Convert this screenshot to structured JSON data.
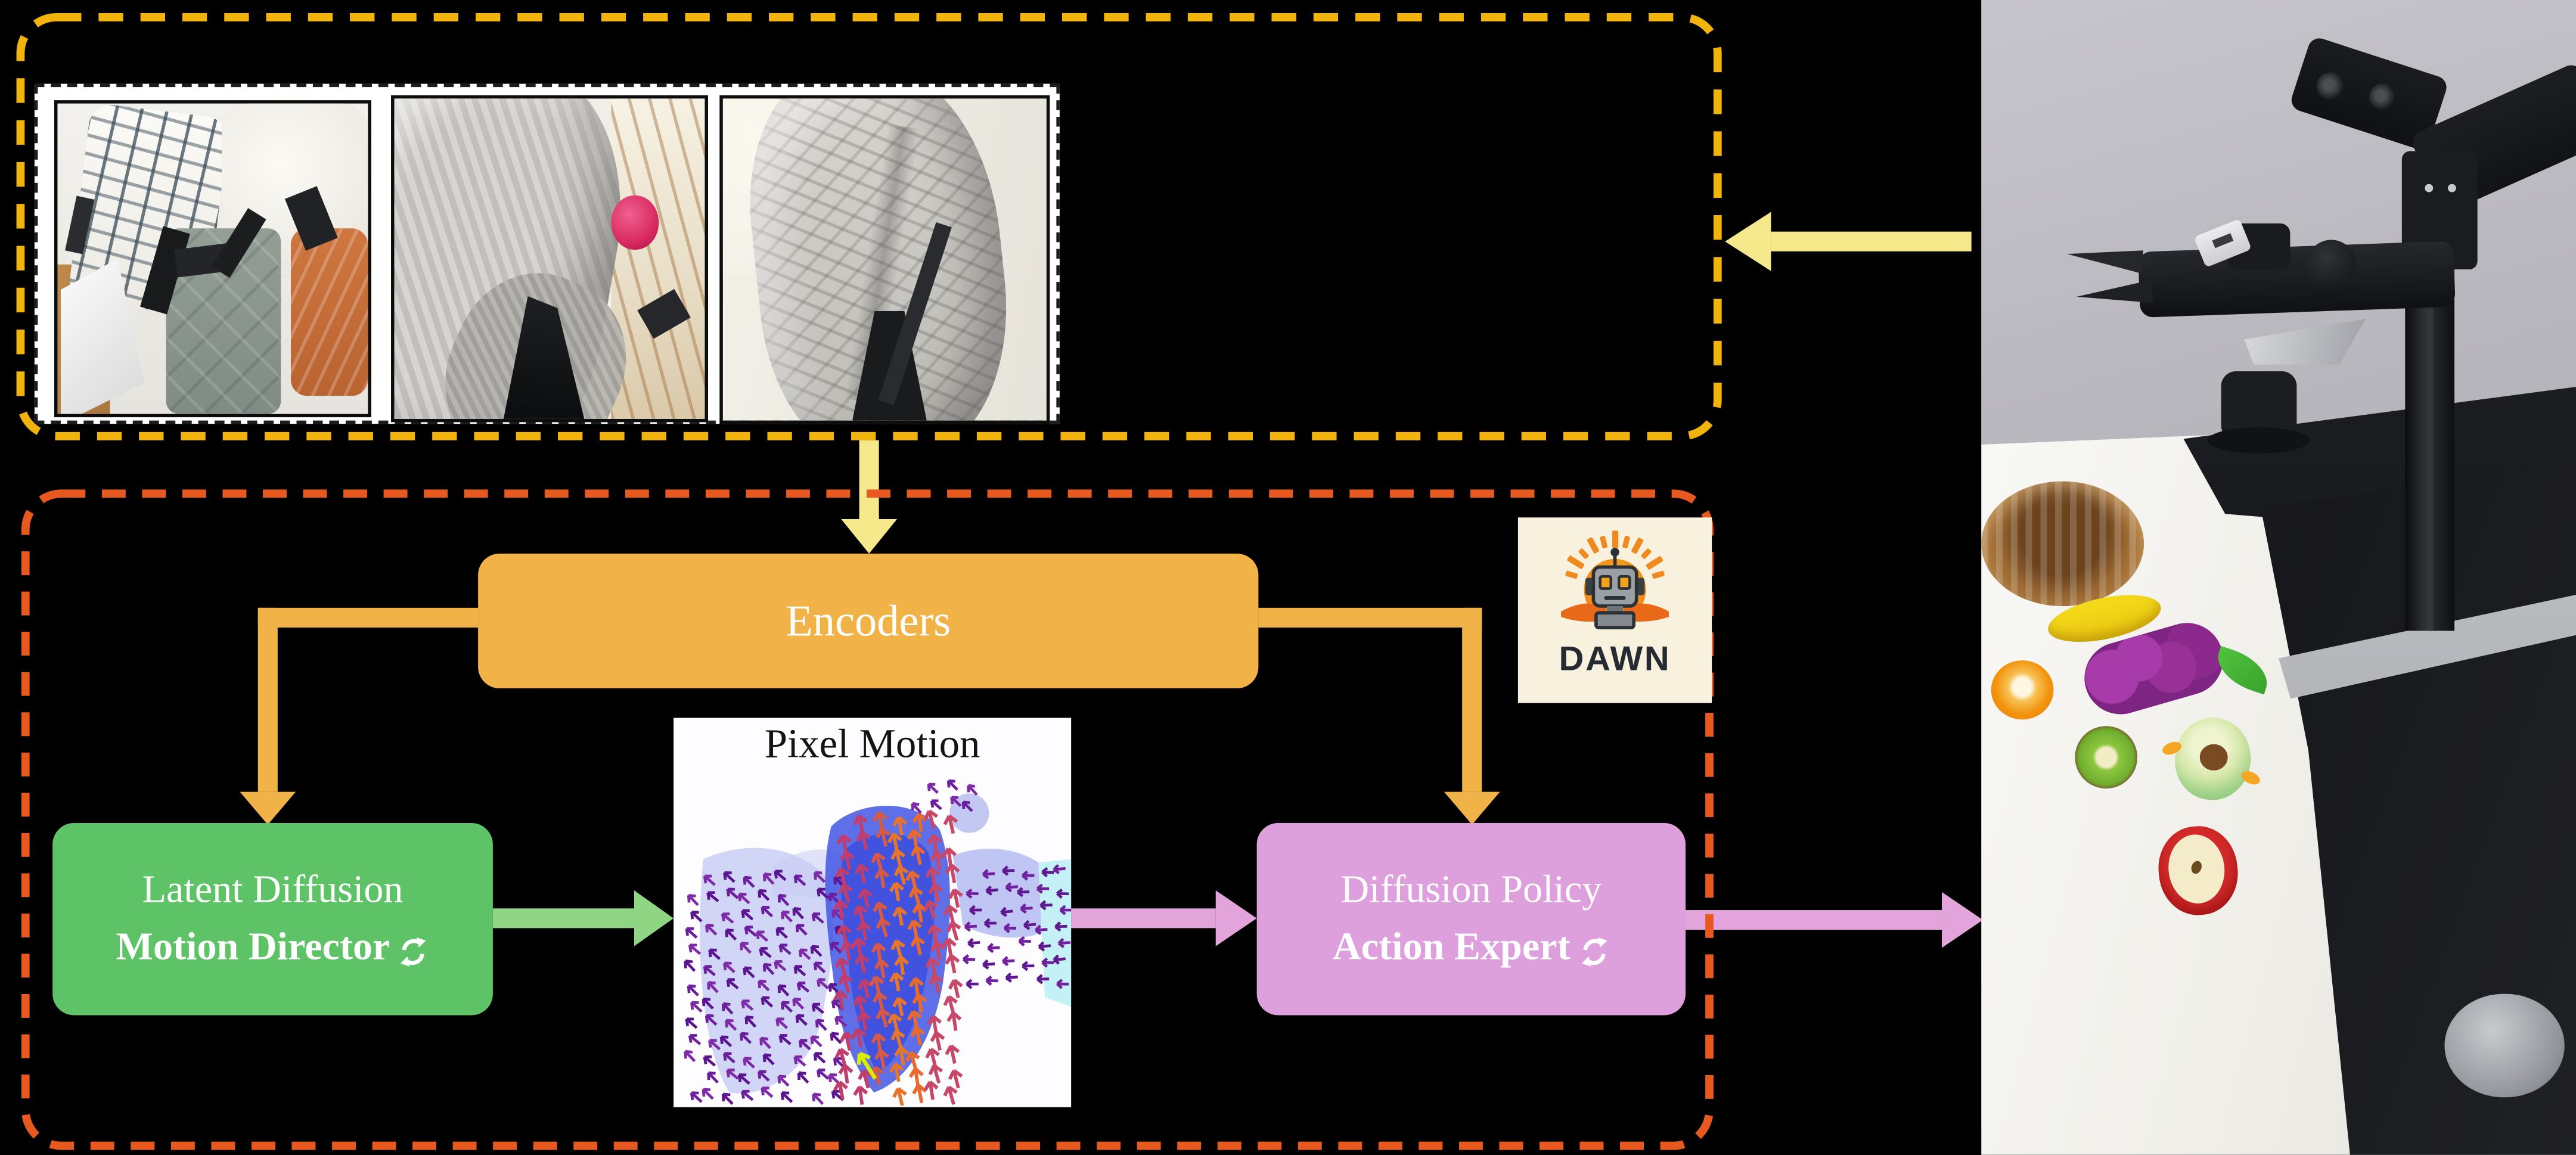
{
  "pipeline": {
    "encoders_label": "Encoders",
    "motion_director_line1": "Latent Diffusion",
    "motion_director_line2": "Motion Director",
    "action_expert_line1": "Diffusion Policy",
    "action_expert_line2": "Action Expert",
    "pixel_motion_label": "Pixel Motion",
    "dawn_label": "DAWN"
  },
  "colors": {
    "background": "#000000",
    "observation_group_border": "#F2B40A",
    "model_group_border": "#E8591F",
    "encoders_fill": "#F1B347",
    "motion_director_fill": "#5DC366",
    "action_expert_fill": "#DDA0DC",
    "observation_arrow": "#F5E98B",
    "encoder_arrow": "#F1B347",
    "motion_arrow": "#8FD584",
    "action_arrow": "#E3A4DC"
  },
  "icons": {
    "cycle_icon": "iterative-refinement-cycle",
    "dawn_logo": "robot-sunrise-logo"
  }
}
